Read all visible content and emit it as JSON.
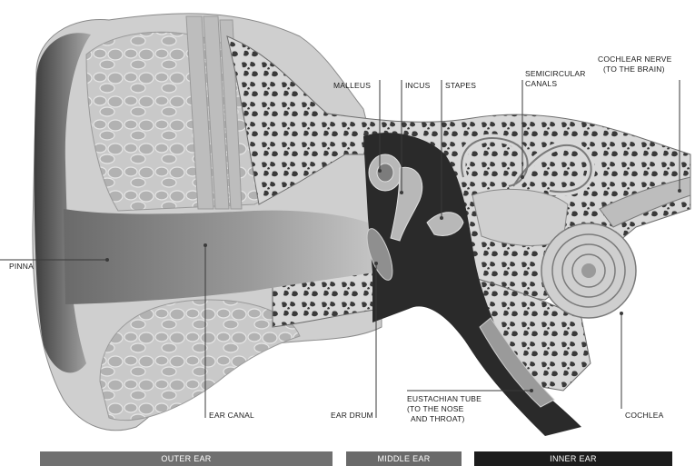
{
  "labels": {
    "pinna": "PINNA",
    "ear_canal": "EAR CANAL",
    "ear_drum": "EAR DRUM",
    "malleus": "MALLEUS",
    "incus": "INCUS",
    "stapes": "STAPES",
    "semicircular_canals": [
      "SEMICIRCULAR",
      "CANALS"
    ],
    "cochlear_nerve": [
      "COCHLEAR NERVE",
      "(TO THE BRAIN)"
    ],
    "eustachian_tube": [
      "EUSTACHIAN TUBE",
      "(TO THE NOSE",
      "AND THROAT)"
    ],
    "cochlea": "COCHLEA"
  },
  "regions": {
    "outer": "OUTER EAR",
    "middle": "MIDDLE EAR",
    "inner": "INNER EAR"
  },
  "colors": {
    "outer": "#707070",
    "middle": "#6a6a6a",
    "inner": "#1c1c1c"
  }
}
